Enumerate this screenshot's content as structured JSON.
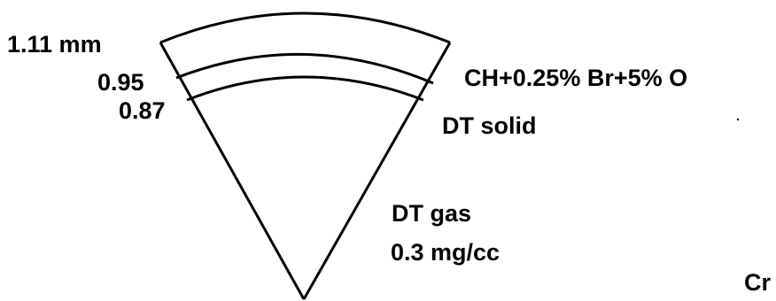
{
  "layers": {
    "outer_radius_label": "1.11 mm",
    "middle_radius_label": "0.95",
    "inner_radius_label": "0.87",
    "ablator_label": "CH+0.25% Br+5% O",
    "ice_label": "DT solid",
    "gas_label": "DT gas",
    "gas_density_label": "0.3 mg/cc"
  },
  "cropped_text": "Cr",
  "colors": {
    "stroke": "#000000",
    "text": "#000000",
    "background": "#ffffff"
  }
}
